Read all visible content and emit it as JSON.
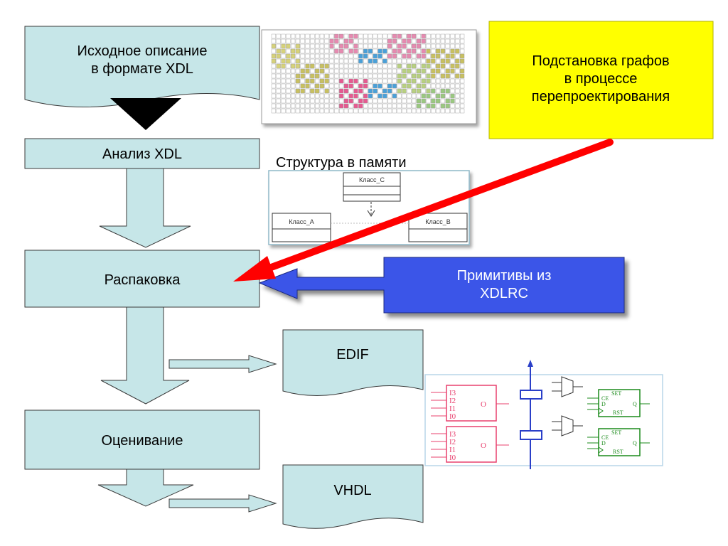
{
  "nodes": {
    "source": "Исходное описание\nв формате XDL",
    "analysis": "Анализ XDL",
    "unpack": "Распаковка",
    "evaluate": "Оценивание",
    "edif": "EDIF",
    "vhdl": "VHDL",
    "substitution": "Подстановка графов\nв процессе\nперепроектирования",
    "primitives": "Примитивы из\nXDLRC"
  },
  "memory_structure": {
    "title": "Структура в памяти",
    "class_c": "Класс_С",
    "class_a": "Класс_А",
    "class_b": "Класс_В"
  },
  "circuit": {
    "lut_inputs": [
      "I3",
      "I2",
      "I1",
      "I0"
    ],
    "lut_output": "O",
    "ff_set": "SET",
    "ff_ce": "CE",
    "ff_d": "D",
    "ff_q": "Q",
    "ff_rst": "RST"
  },
  "colors": {
    "box_fill": "#c6e6e8",
    "yellow": "#ffff00",
    "blue": "#3a54e8",
    "red_arrow": "#ff0000",
    "lut": "#e8406e",
    "ff": "#1a8a1a",
    "bus": "#2a3fc8"
  }
}
